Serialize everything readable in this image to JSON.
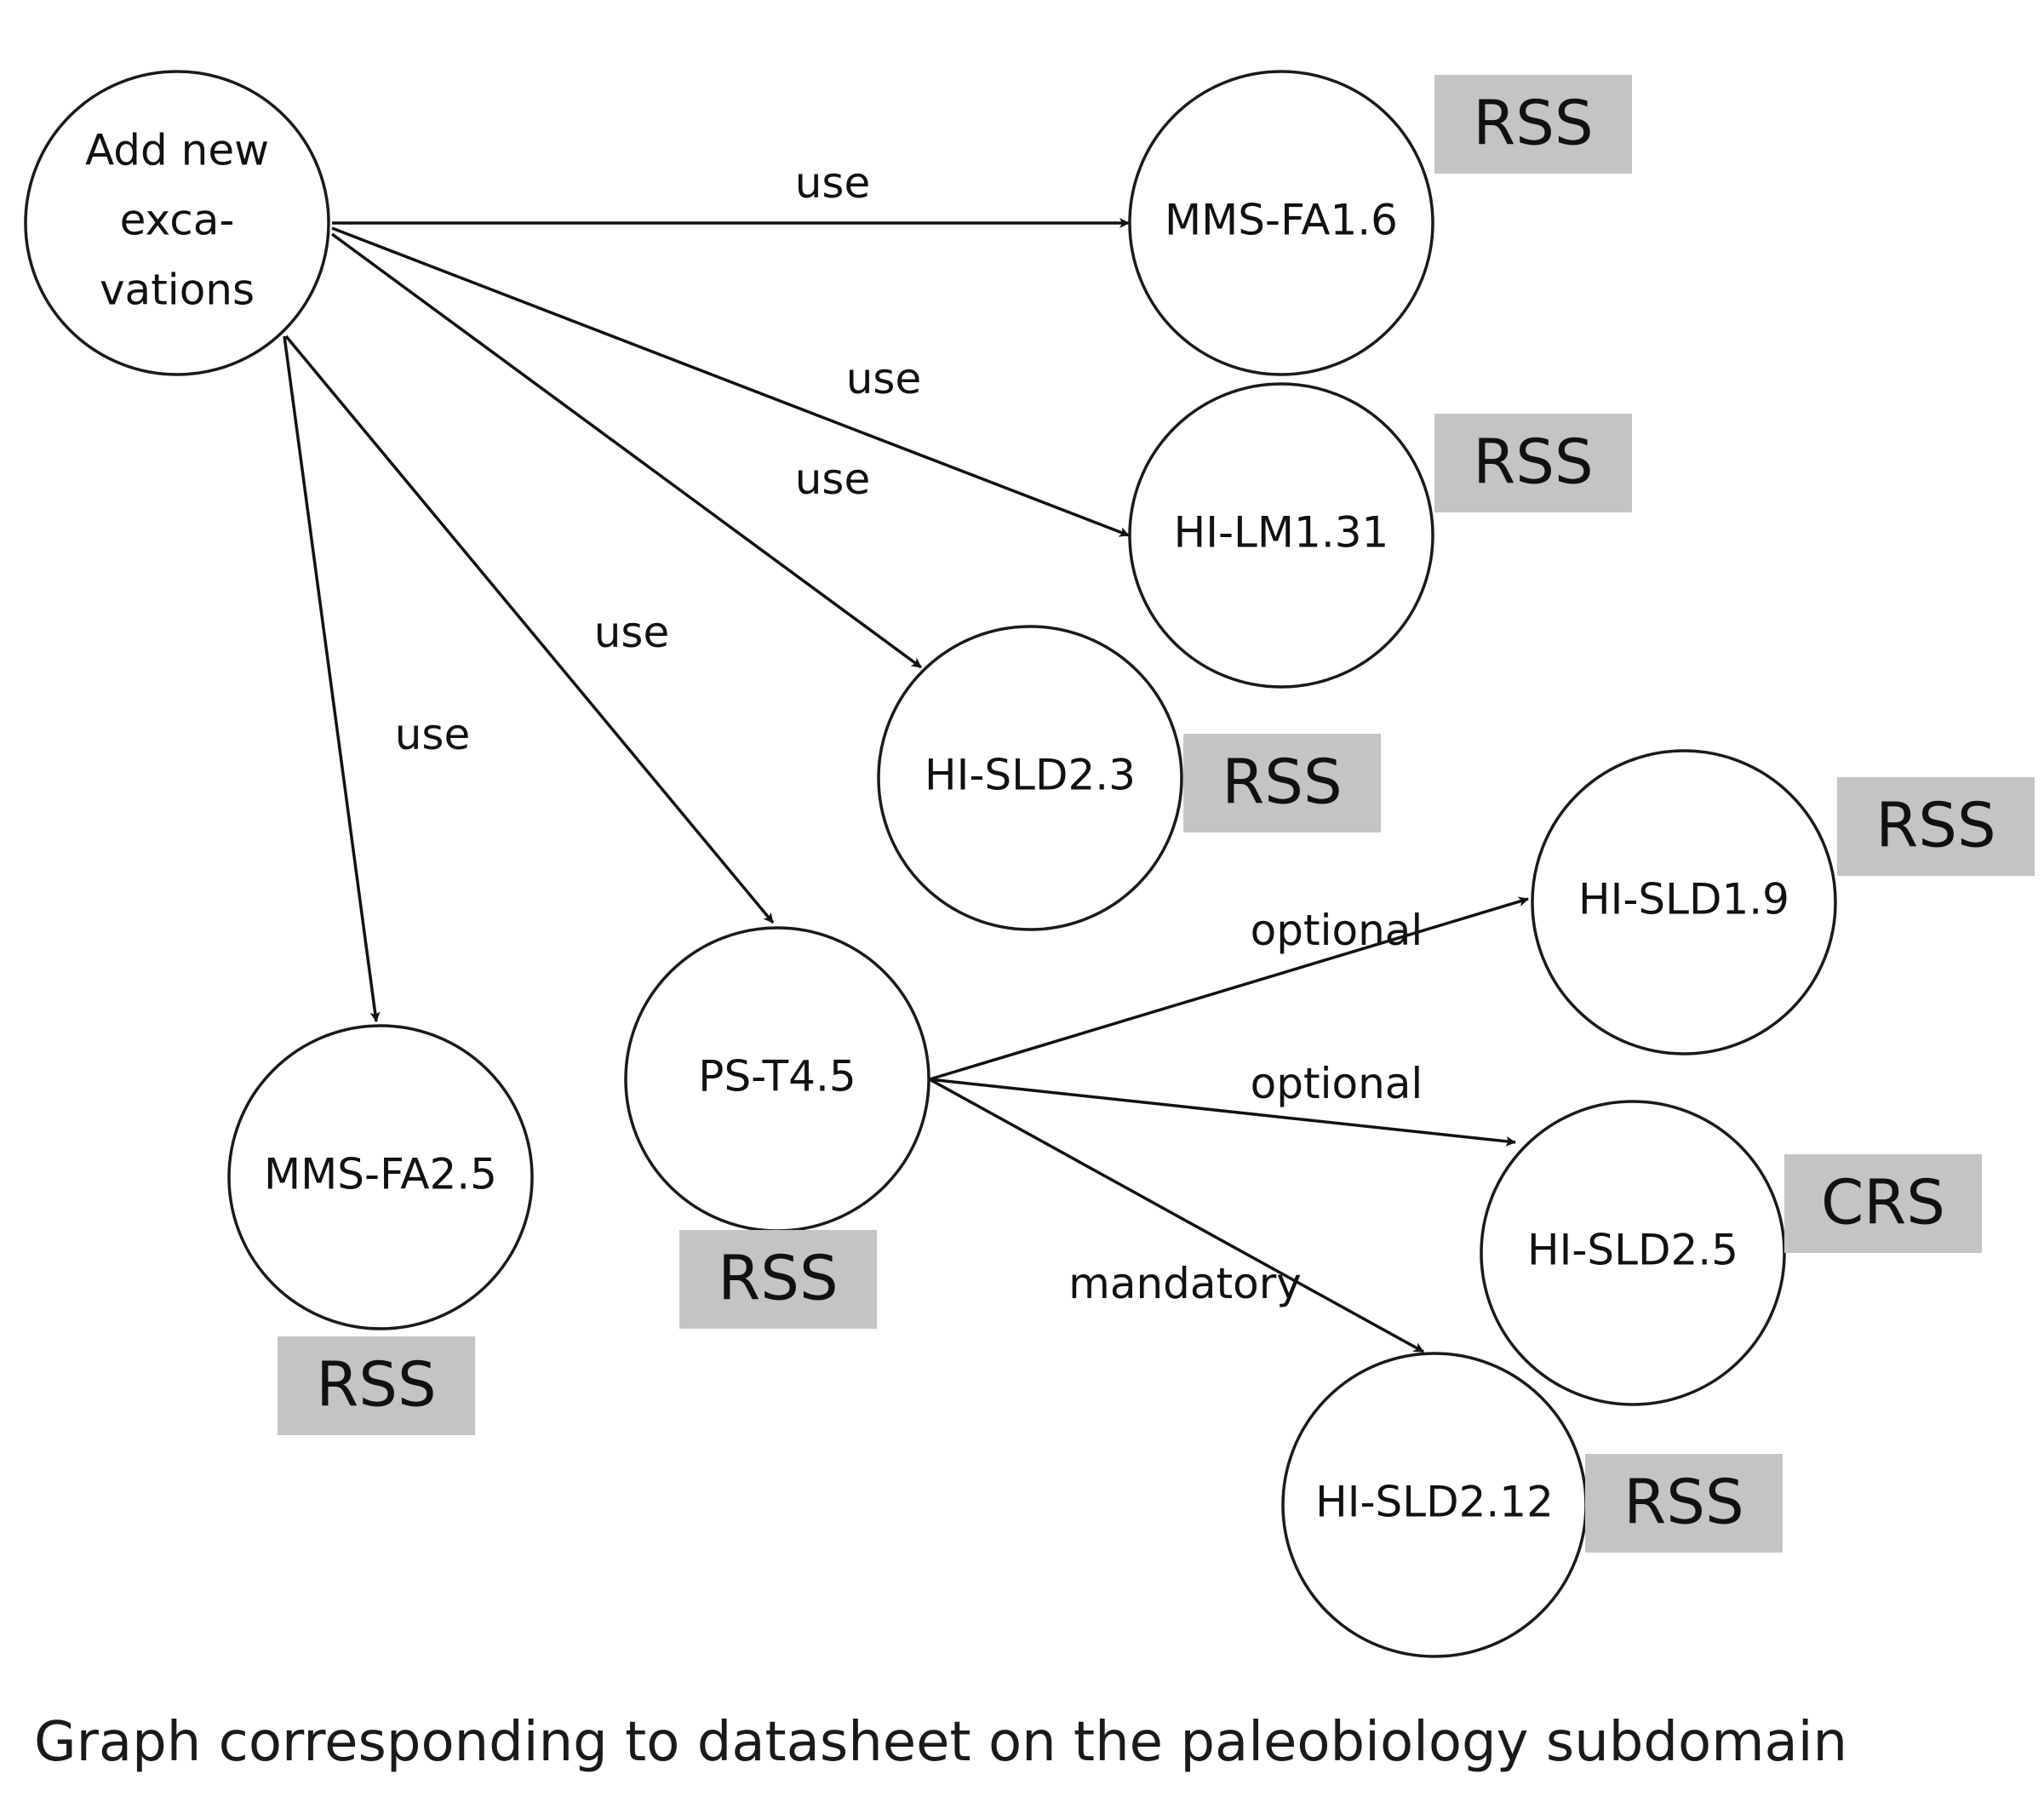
{
  "caption": "Graph corresponding to datasheet on the paleobiology subdomain",
  "nodes": [
    {
      "id": "add",
      "label_lines": [
        "Add new",
        "exca-",
        "vations"
      ]
    },
    {
      "id": "mmsfa16",
      "label_lines": [
        "MMS-FA1.6"
      ],
      "tag": "RSS"
    },
    {
      "id": "hilm131",
      "label_lines": [
        "HI-LM1.31"
      ],
      "tag": "RSS"
    },
    {
      "id": "hisld23",
      "label_lines": [
        "HI-SLD2.3"
      ],
      "tag": "RSS"
    },
    {
      "id": "mmsfa25",
      "label_lines": [
        "MMS-FA2.5"
      ],
      "tag": "RSS"
    },
    {
      "id": "pst45",
      "label_lines": [
        "PS-T4.5"
      ],
      "tag": "RSS"
    },
    {
      "id": "hisld19",
      "label_lines": [
        "HI-SLD1.9"
      ],
      "tag": "RSS"
    },
    {
      "id": "hisld25",
      "label_lines": [
        "HI-SLD2.5"
      ],
      "tag": "CRS"
    },
    {
      "id": "hisld212",
      "label_lines": [
        "HI-SLD2.12"
      ],
      "tag": "RSS"
    }
  ],
  "edges": [
    {
      "from": "add",
      "to": "mmsfa16",
      "label": "use"
    },
    {
      "from": "add",
      "to": "hilm131",
      "label": "use"
    },
    {
      "from": "add",
      "to": "hisld23",
      "label": "use"
    },
    {
      "from": "add",
      "to": "pst45",
      "label": "use"
    },
    {
      "from": "add",
      "to": "mmsfa25",
      "label": "use"
    },
    {
      "from": "pst45",
      "to": "hisld19",
      "label": "optional"
    },
    {
      "from": "pst45",
      "to": "hisld25",
      "label": "optional"
    },
    {
      "from": "pst45",
      "to": "hisld212",
      "label": "mandatory"
    }
  ]
}
